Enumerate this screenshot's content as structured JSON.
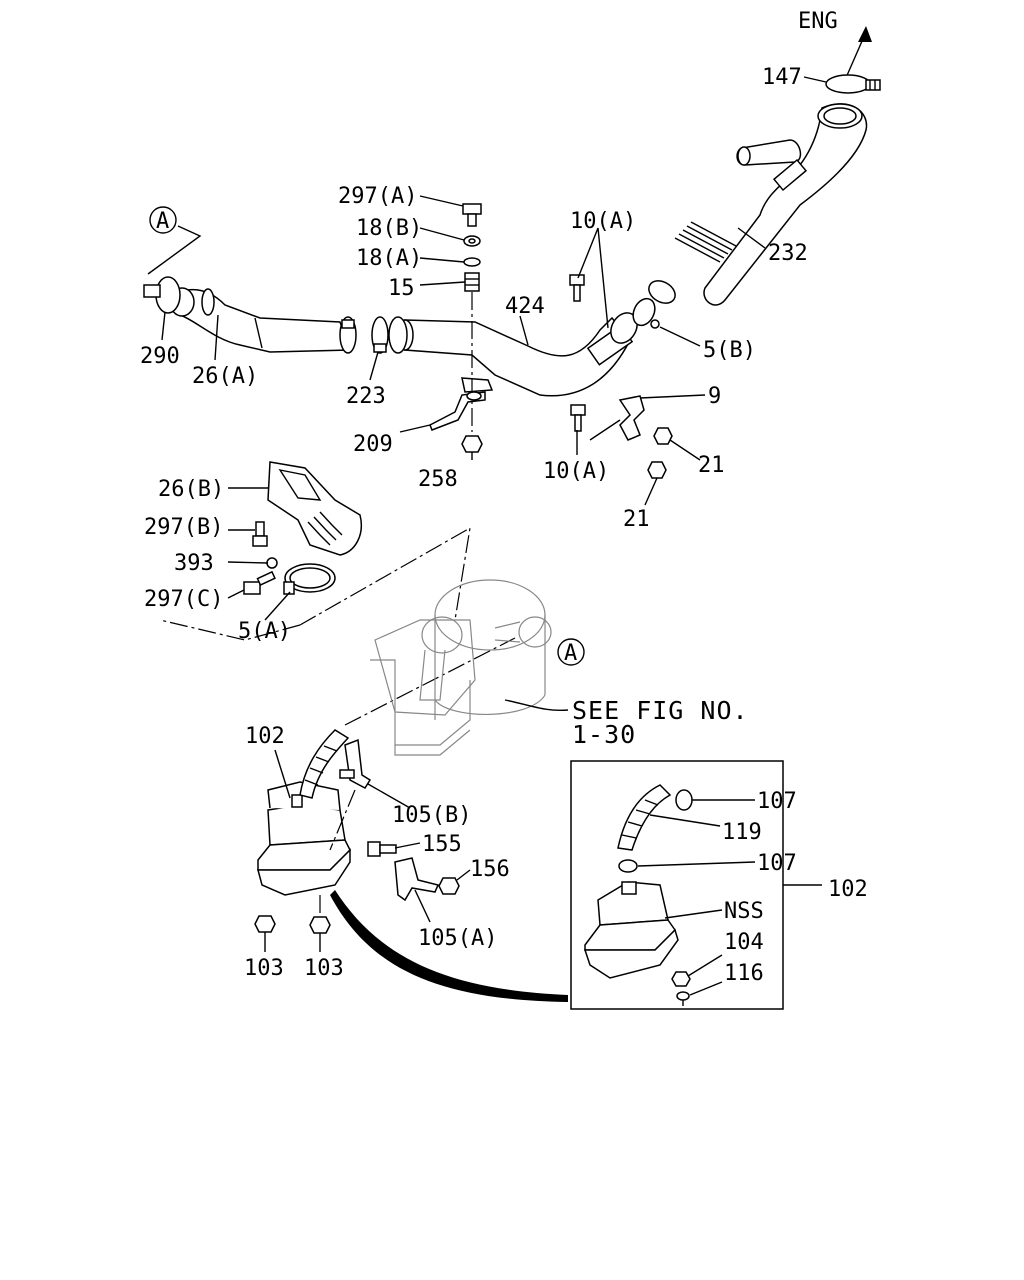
{
  "labels": {
    "eng": "ENG",
    "p147": "147",
    "p232": "232",
    "p297a": "297(A)",
    "p18b": "18(B)",
    "p18a": "18(A)",
    "p15": "15",
    "p424": "424",
    "p10a_top": "10(A)",
    "p5b": "5(B)",
    "p9": "9",
    "p21_right": "21",
    "p21_bottom": "21",
    "p10a_bottom": "10(A)",
    "p258": "258",
    "p209": "209",
    "p223": "223",
    "p26a": "26(A)",
    "p290": "290",
    "p26b": "26(B)",
    "p297b": "297(B)",
    "p393": "393",
    "p297c": "297(C)",
    "p5a": "5(A)",
    "ref_a_left": "A",
    "ref_a_right": "A",
    "see_fig_line1": "SEE FIG NO.",
    "see_fig_line2": "1-30",
    "p102_left": "102",
    "p105b": "105(B)",
    "p155": "155",
    "p156": "156",
    "p105a": "105(A)",
    "p103_left": "103",
    "p103_right": "103",
    "p107_top": "107",
    "p119": "119",
    "p107_mid": "107",
    "nss": "NSS",
    "p104": "104",
    "p116": "116",
    "p102_right": "102"
  }
}
